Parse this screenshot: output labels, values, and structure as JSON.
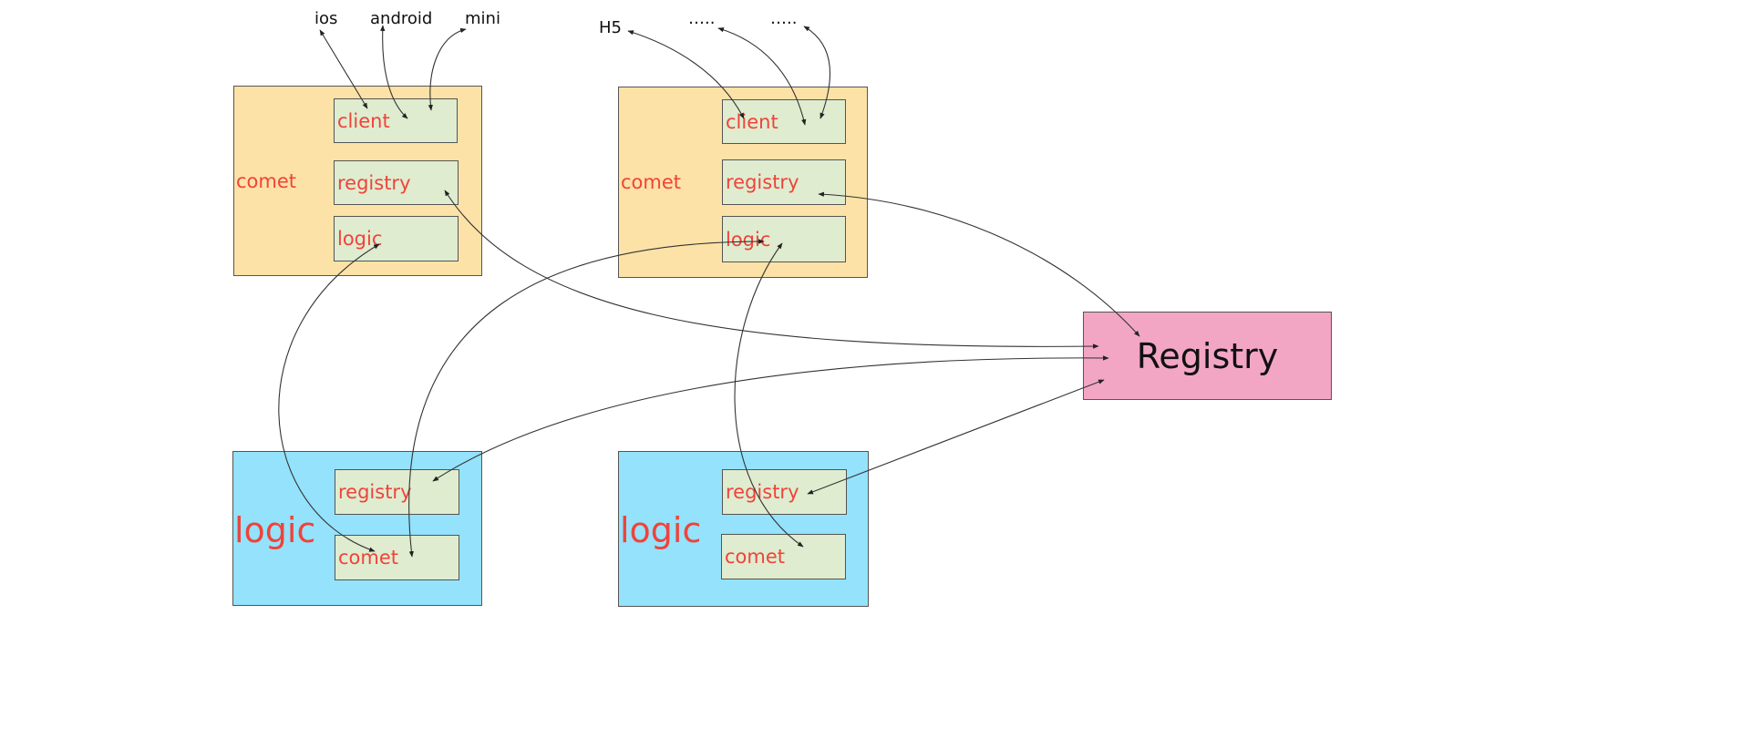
{
  "external": {
    "ios": "ios",
    "android": "android",
    "mini": "mini",
    "h5": "H5",
    "more1": "…..",
    "more2": "….."
  },
  "comet_nodes": [
    {
      "label": "comet",
      "client": "client",
      "registry": "registry",
      "logic": "logic"
    },
    {
      "label": "comet",
      "client": "client",
      "registry": "registry",
      "logic": "logic"
    }
  ],
  "logic_nodes": [
    {
      "label": "logic",
      "registry": "registry",
      "comet": "comet"
    },
    {
      "label": "logic",
      "registry": "registry",
      "comet": "comet"
    }
  ],
  "registry_center": {
    "label": "Registry"
  },
  "colors": {
    "comet_fill": "#fde2a7",
    "logic_fill": "#94e2fb",
    "registry_fill": "#f3a6c4",
    "subbox_fill": "#dfeccf",
    "label_red": "#f0433a"
  }
}
